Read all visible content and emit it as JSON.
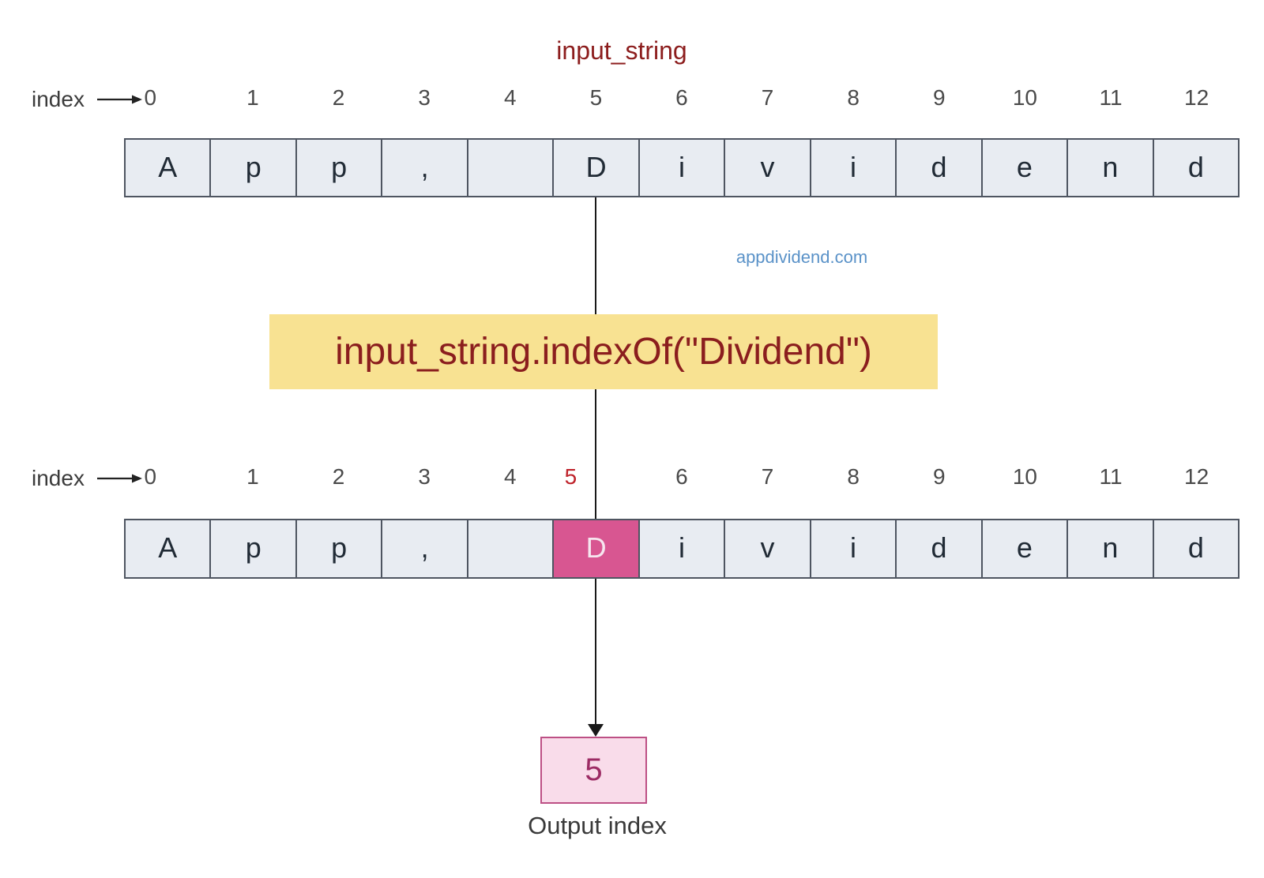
{
  "title": "input_string",
  "index_label": "index",
  "indices": [
    "0",
    "1",
    "2",
    "3",
    "4",
    "5",
    "6",
    "7",
    "8",
    "9",
    "10",
    "11",
    "12"
  ],
  "characters": [
    "A",
    "p",
    "p",
    ",",
    "",
    "D",
    "i",
    "v",
    "i",
    "d",
    "e",
    "n",
    "d"
  ],
  "highlight_index": 5,
  "method_call": "input_string.indexOf(\"Dividend\")",
  "watermark": "appdividend.com",
  "output": {
    "value": "5",
    "label": "Output index"
  },
  "colors": {
    "title_red": "#8c1d1d",
    "cell_bg": "#e8ecf2",
    "cell_border": "#4e5561",
    "highlight_pink": "#d85691",
    "highlight_text": "#f6e6ef",
    "index_red": "#bf222a",
    "command_box_bg": "#f8e292",
    "command_text": "#8b1e1e",
    "link_blue": "#5a92c8",
    "output_box_bg": "#f9dcea",
    "output_box_border": "#bd5085",
    "output_text": "#9c2b64"
  }
}
